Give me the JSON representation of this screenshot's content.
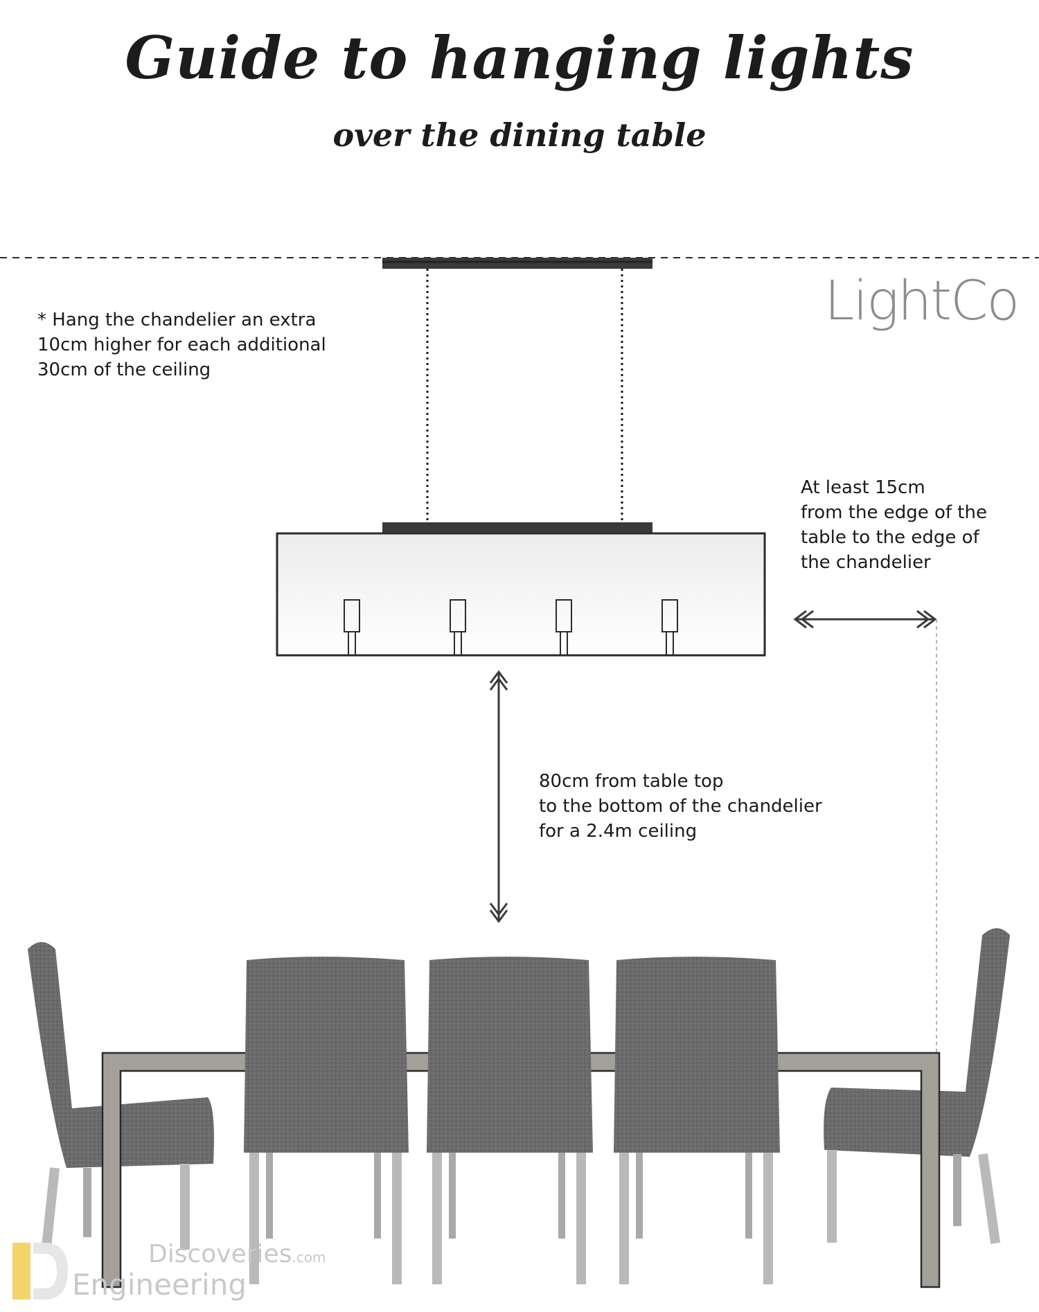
{
  "header": {
    "title": "Guide to hanging lights",
    "subtitle": "over the dining table"
  },
  "notes": {
    "ceiling": "* Hang the chandelier an extra\n10cm higher for each additional\n30cm of the ceiling",
    "edge": "At least 15cm\nfrom the edge of  the\ntable to the edge of\nthe chandelier",
    "height": "80cm from table top\nto the bottom of the chandelier\nfor a 2.4m ceiling"
  },
  "brand": {
    "logo": "LightCo"
  },
  "watermark": {
    "line1": "Discoveries",
    "line1_suffix": ".com",
    "line2": "Engineering"
  },
  "colors": {
    "chair": "#6e6e6e",
    "table_frame": "#8f8d85",
    "ink": "#2b2b2b",
    "logo": "#8c8c8c",
    "watermark": "#c9c9c9"
  }
}
